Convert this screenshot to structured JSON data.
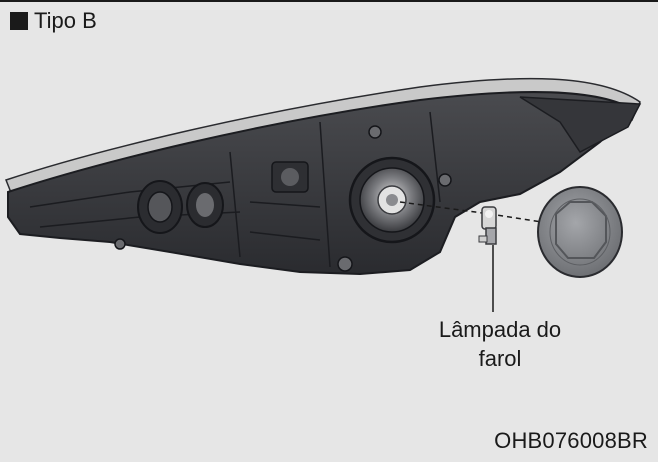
{
  "header": {
    "type_label": "Tipo B"
  },
  "callout": {
    "label_line1": "Lâmpada do",
    "label_line2": "farol"
  },
  "footer": {
    "figure_code": "OHB076008BR"
  },
  "colors": {
    "background": "#e6e6e6",
    "housing": "#3a3b3e",
    "housing_dark": "#24252a",
    "lens_edge": "#cfcfcf",
    "cap": "#8d8f93",
    "text": "#1a1a1a"
  }
}
